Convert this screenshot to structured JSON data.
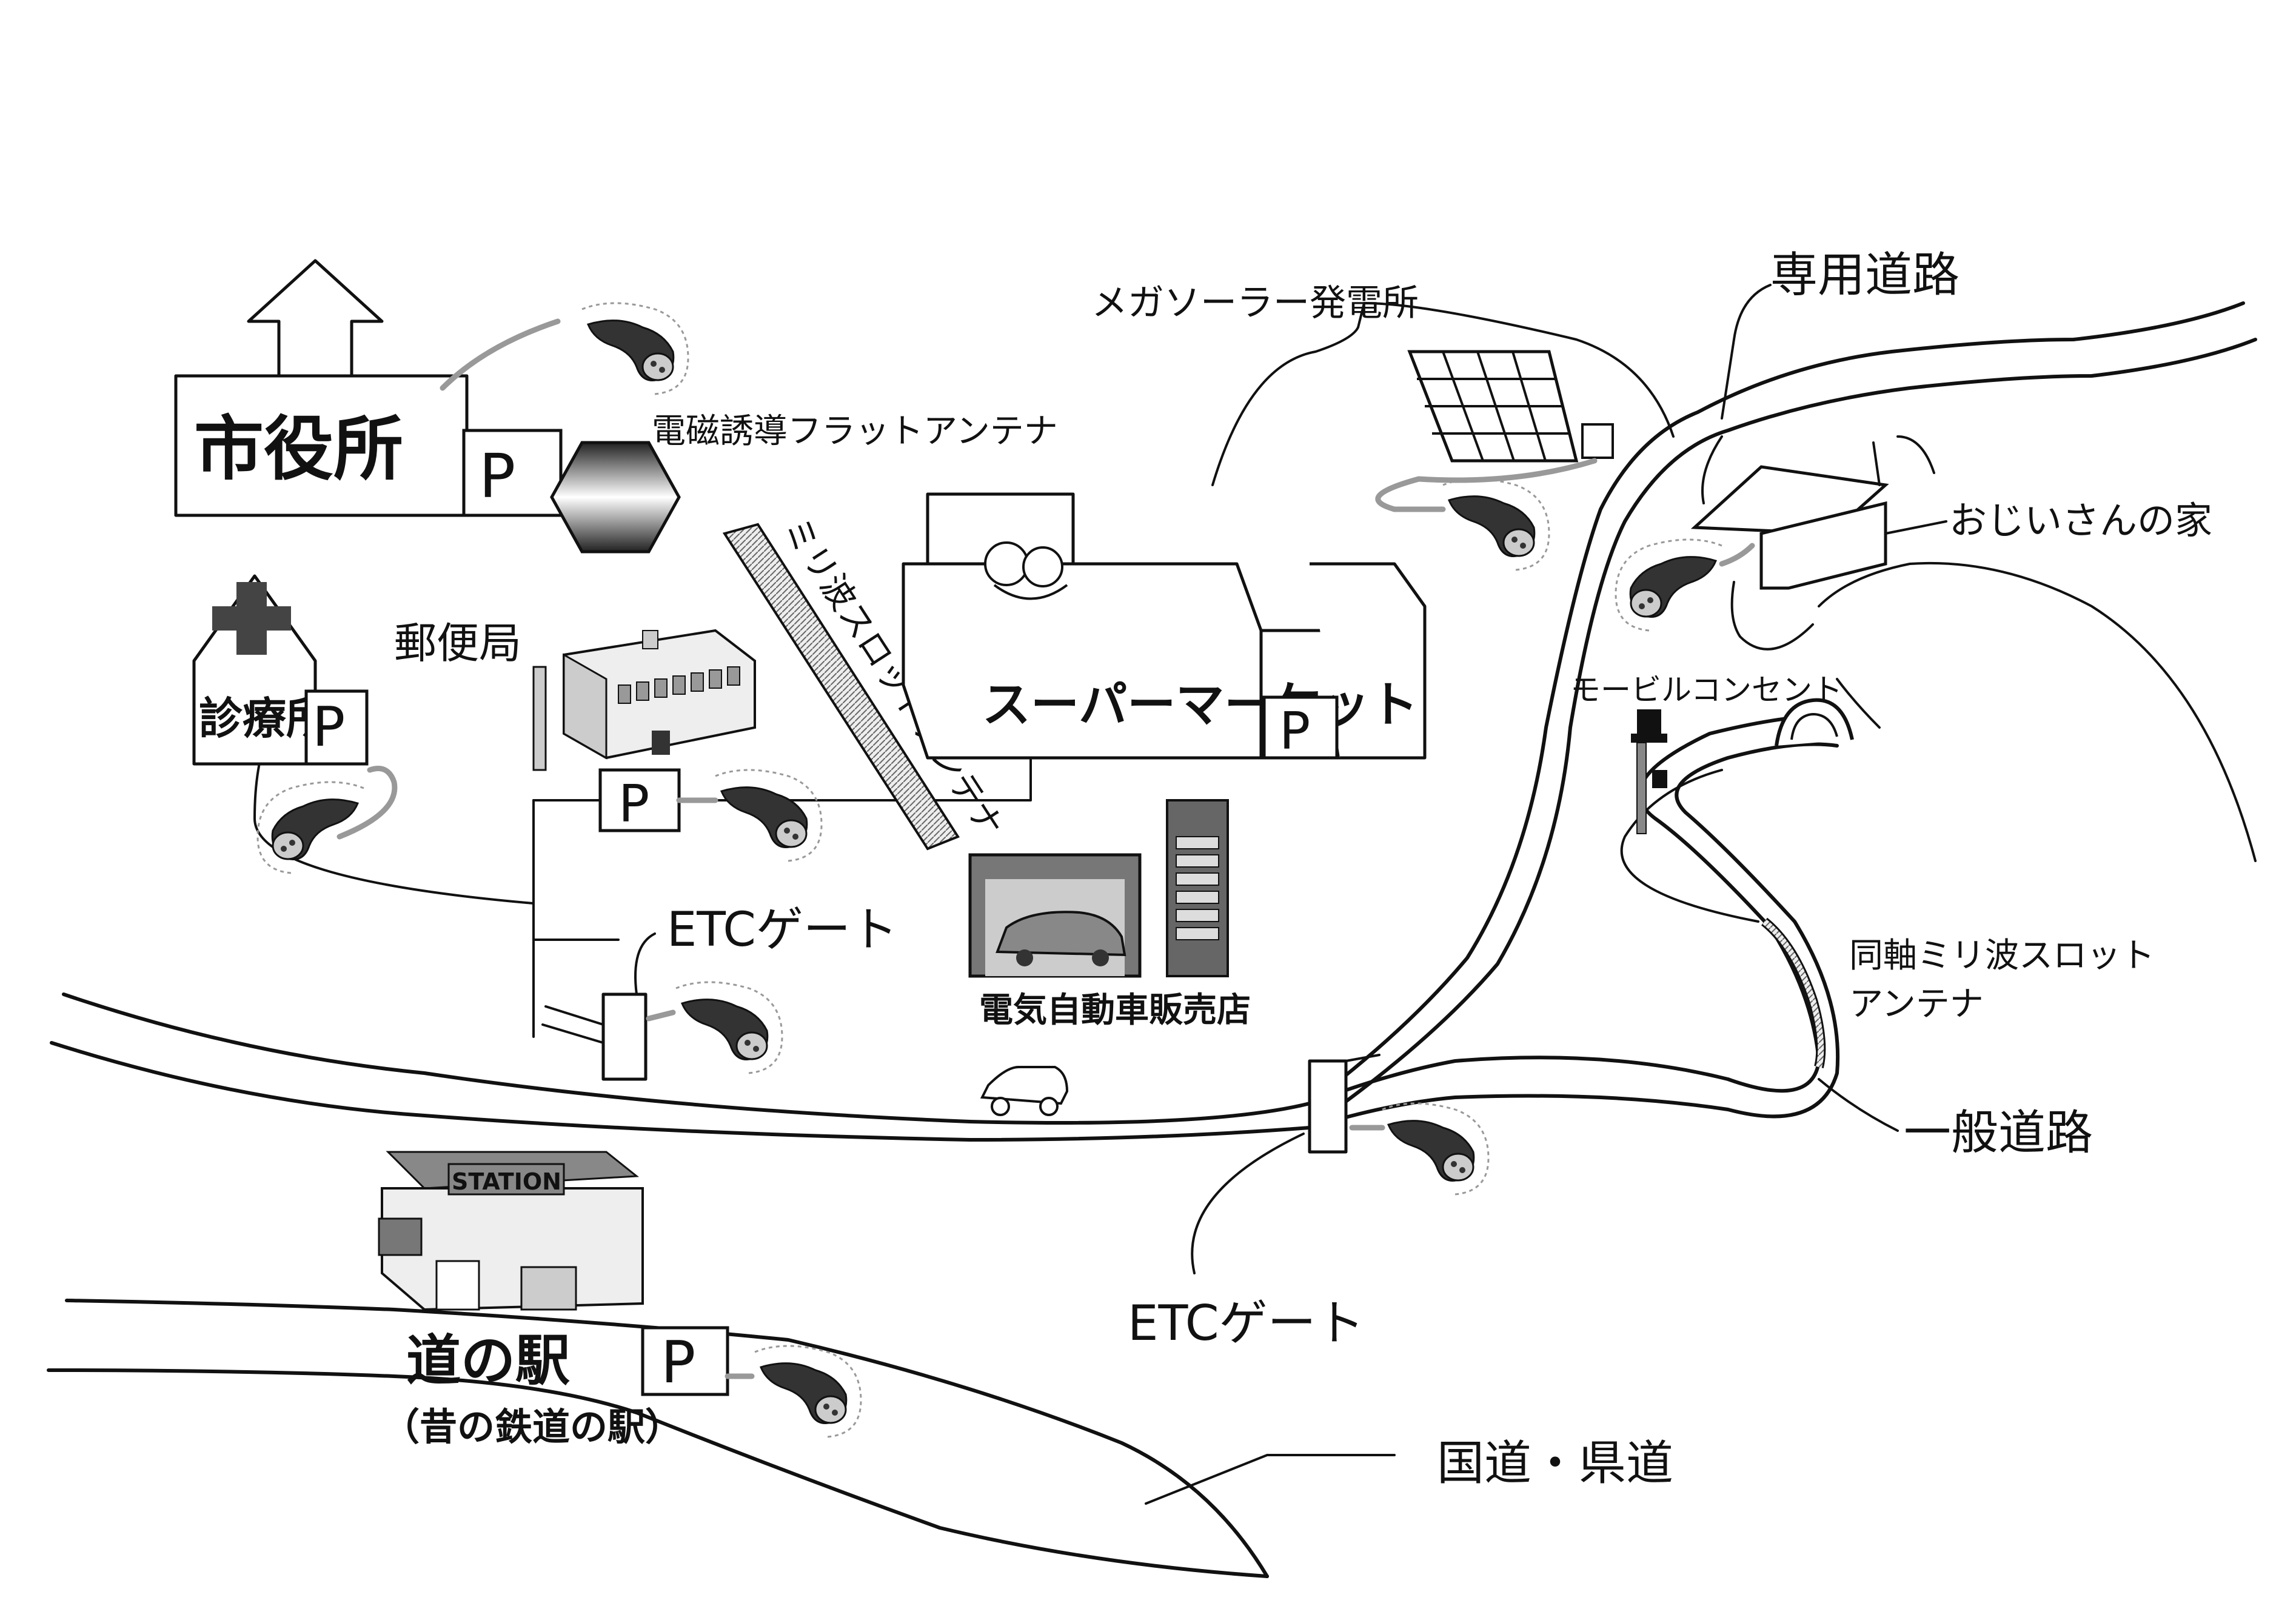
{
  "labels": {
    "city_hall": "市役所",
    "clinic": "診療所",
    "post_office": "郵便局",
    "supermarket": "スーパーマーケット",
    "ev_store": "電気自動車販売店",
    "road_station": "道の駅",
    "road_station_note": "（昔の鉄道の駅）",
    "station_sign": "STATION",
    "parking": "P",
    "em_antenna": "電磁誘導フラットアンテナ",
    "mm_slot_antenna": "ミリ波スロットアンテナ",
    "mega_solar": "メガソーラー発電所",
    "private_road": "専用道路",
    "grandpa_house": "おじいさんの家",
    "mobile_outlet": "モービルコンセント",
    "coax_antenna_1": "同軸ミリ波スロット",
    "coax_antenna_2": "アンテナ",
    "general_road": "一般道路",
    "etc_gate_1": "ETCゲート",
    "etc_gate_2": "ETCゲート",
    "national_road": "国道・県道"
  },
  "colors": {
    "line": "#111111",
    "cable": "#999999",
    "plug_dark": "#333333",
    "plug_light": "#cccccc",
    "cross": "#444444"
  },
  "icons": [
    "ev-charger-plug-icon",
    "parking-sign-icon",
    "car-icon",
    "squirrel-logo-icon",
    "solar-panel-icon",
    "tunnel-icon"
  ]
}
